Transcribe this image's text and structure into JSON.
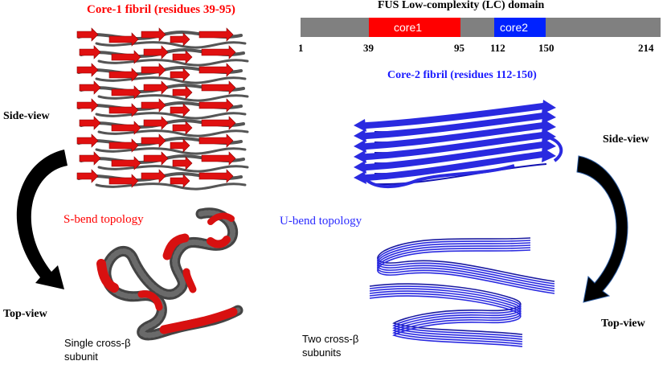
{
  "domain_bar": {
    "title": "FUS Low-complexity (LC) domain",
    "core1_label": "core1",
    "core2_label": "core2",
    "ticks": [
      "1",
      "39",
      "95",
      "112",
      "150",
      "214"
    ],
    "colors": {
      "bar": "#808080",
      "core1": "#ff0000",
      "core2": "#0022ff"
    }
  },
  "left_panel": {
    "title": "Core-1 fibril (residues 39-95)",
    "side_view": "Side-view",
    "top_view": "Top-view",
    "topology": "S-bend topology",
    "caption_line1": "Single cross-β",
    "caption_line2": "subunit",
    "colors": {
      "title": "#ff0000",
      "topology": "#ff0000",
      "strand": "#e01010",
      "coil": "#555555"
    }
  },
  "right_panel": {
    "title": "Core-2 fibril (residues 112-150)",
    "side_view": "Side-view",
    "top_view": "Top-view",
    "topology": "U-bend topology",
    "caption_line1": "Two cross-β",
    "caption_line2": "subunits",
    "colors": {
      "title": "#1a1aff",
      "topology": "#2a2aff",
      "strand": "#2a2ae0"
    }
  }
}
